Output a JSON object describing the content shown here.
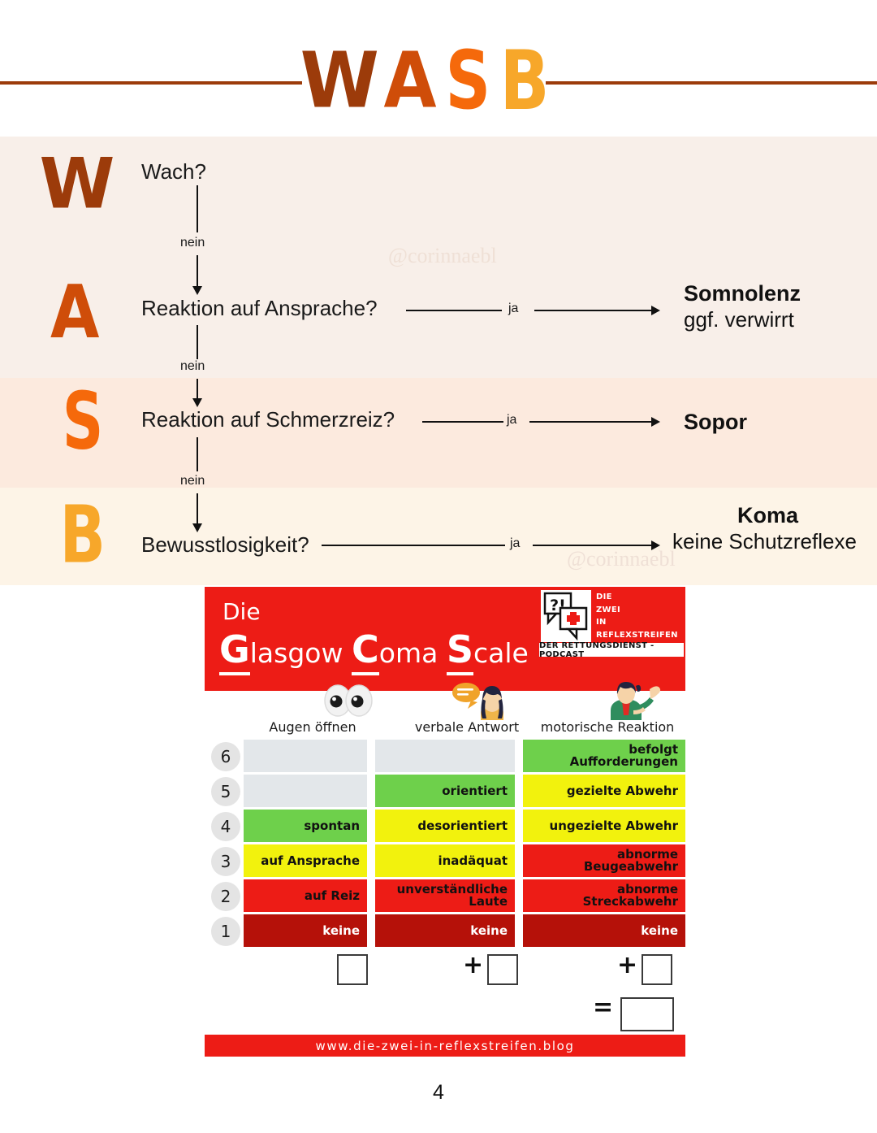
{
  "header": {
    "logo_text": "WASB",
    "logo_letters": [
      {
        "char": "W",
        "color": "#9c3b0a"
      },
      {
        "char": "A",
        "color": "#cf4d09"
      },
      {
        "char": "S",
        "color": "#f5690b"
      },
      {
        "char": "B",
        "color": "#f7a72a"
      }
    ],
    "rule_color": "#9c3b0a"
  },
  "flowchart": {
    "letters": [
      {
        "char": "W",
        "color": "#9c3b0a"
      },
      {
        "char": "A",
        "color": "#cf4d09"
      },
      {
        "char": "S",
        "color": "#f5690b"
      },
      {
        "char": "B",
        "color": "#f7a72a"
      }
    ],
    "questions": [
      "Wach?",
      "Reaktion auf Ansprache?",
      "Reaktion auf Schmerzreiz?",
      "Bewusstlosigkeit?"
    ],
    "no_label": "nein",
    "yes_label": "ja",
    "results": [
      {
        "title": "Somnolenz",
        "subtitle": "ggf. verwirrt"
      },
      {
        "title": "Sopor",
        "subtitle": ""
      },
      {
        "title": "Koma",
        "subtitle": "keine Schutzreflexe"
      }
    ],
    "watermark": "@corinnaebl",
    "band_colors": [
      "#f8efe9",
      "#fceade",
      "#fdf4e7"
    ]
  },
  "gcs_card": {
    "header": {
      "pre_word": "Die",
      "title_parts": [
        {
          "cap": "G",
          "rest": "lasgow"
        },
        {
          "cap": "C",
          "rest": "oma"
        },
        {
          "cap": "S",
          "rest": "cale"
        }
      ],
      "background": "#ed1c16"
    },
    "podcast_logo": {
      "bubble_text": "?!",
      "lines": [
        "DIE",
        "ZWEI",
        "IN",
        "REFLEXSTREIFEN"
      ],
      "strip": "DER RETTUNGSDIENST - PODCAST"
    },
    "columns": [
      {
        "label": "Augen öffnen",
        "icon": "eyes-icon"
      },
      {
        "label": "verbale Antwort",
        "icon": "person-speaking-icon"
      },
      {
        "label": "motorische Reaktion",
        "icon": "person-gesturing-icon"
      }
    ],
    "rows": [
      {
        "score": "6",
        "cells": [
          {
            "text": "",
            "style": "empty"
          },
          {
            "text": "",
            "style": "empty"
          },
          {
            "text": "befolgt\nAufforderungen",
            "style": "green"
          }
        ]
      },
      {
        "score": "5",
        "cells": [
          {
            "text": "",
            "style": "empty"
          },
          {
            "text": "orientiert",
            "style": "green"
          },
          {
            "text": "gezielte Abwehr",
            "style": "yellow"
          }
        ]
      },
      {
        "score": "4",
        "cells": [
          {
            "text": "spontan",
            "style": "green"
          },
          {
            "text": "desorientiert",
            "style": "yellow"
          },
          {
            "text": "ungezielte Abwehr",
            "style": "yellow"
          }
        ]
      },
      {
        "score": "3",
        "cells": [
          {
            "text": "auf Ansprache",
            "style": "yellow"
          },
          {
            "text": "inadäquat",
            "style": "yellow"
          },
          {
            "text": "abnorme\nBeugeabwehr",
            "style": "red"
          }
        ]
      },
      {
        "score": "2",
        "cells": [
          {
            "text": "auf Reiz",
            "style": "red"
          },
          {
            "text": "unverständliche\nLaute",
            "style": "red"
          },
          {
            "text": "abnorme\nStreckabwehr",
            "style": "red"
          }
        ]
      },
      {
        "score": "1",
        "cells": [
          {
            "text": "keine",
            "style": "dred"
          },
          {
            "text": "keine",
            "style": "dred"
          },
          {
            "text": "keine",
            "style": "dred"
          }
        ]
      }
    ],
    "sum": {
      "box_1_value": "",
      "box_2_value": "",
      "box_3_value": "",
      "total_value": "",
      "plus_operator": "+",
      "equals_operator": "="
    },
    "footer_url": "www.die-zwei-in-reflexstreifen.blog",
    "colors": {
      "red": "#ed1c16",
      "dark_red": "#b51109",
      "green": "#6ed04b",
      "yellow": "#f2f20d",
      "empty": "#e3e7ea"
    }
  },
  "page_number": "4"
}
